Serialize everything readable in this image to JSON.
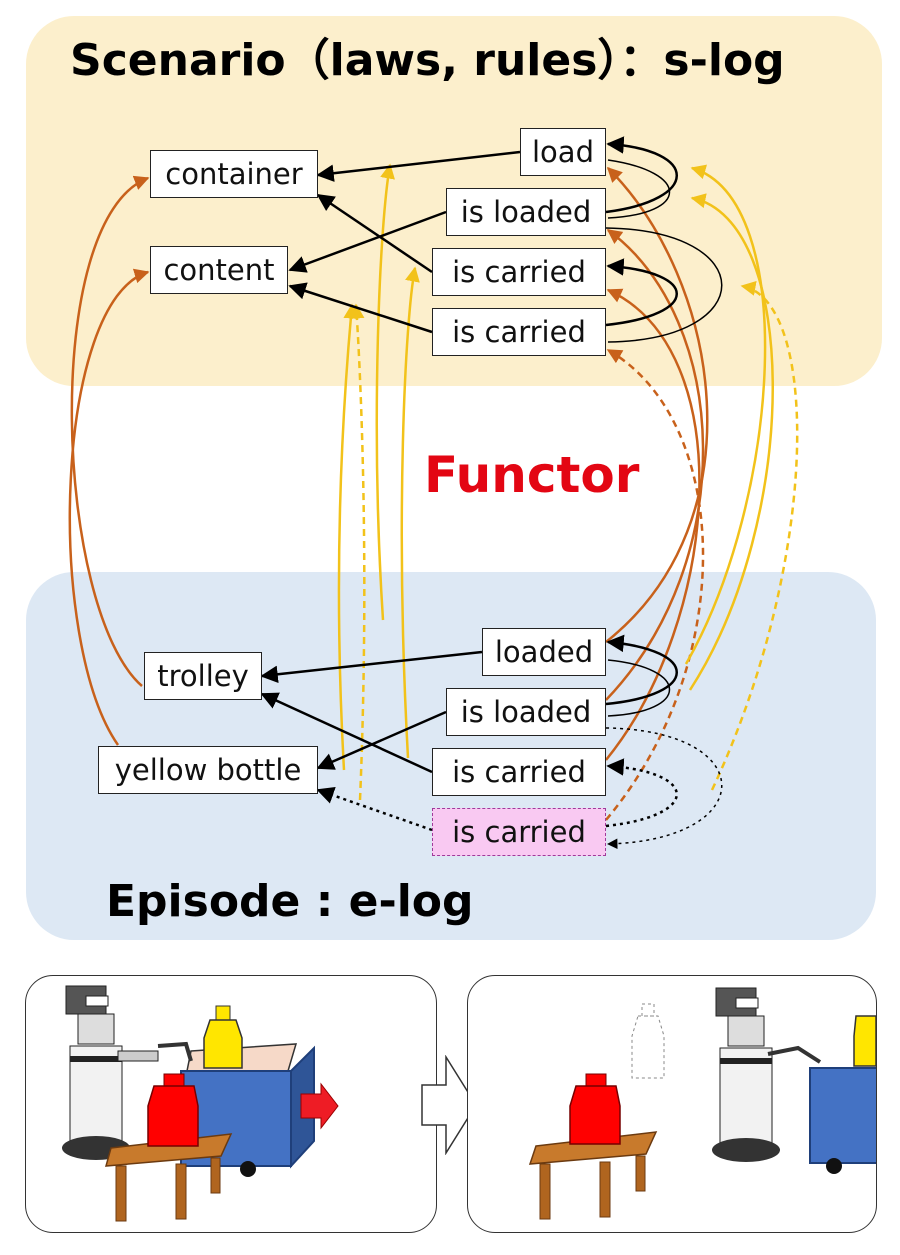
{
  "scenario": {
    "title": "Scenario（laws, rules）：s-log",
    "nodes": {
      "container": "container",
      "content": "content",
      "load": "load",
      "is_loaded": "is loaded",
      "is_carried_1": "is carried",
      "is_carried_2": "is carried"
    }
  },
  "functor": {
    "label": "Functor"
  },
  "episode": {
    "title": "Episode : e-log",
    "nodes": {
      "trolley": "trolley",
      "yellow_bottle": "yellow bottle",
      "loaded": "loaded",
      "is_loaded": "is loaded",
      "is_carried_1": "is carried",
      "is_carried_2": "is carried"
    }
  },
  "colors": {
    "scenario_bg": "#fcefcc",
    "episode_bg": "#dde8f4",
    "functor_text": "#e30613",
    "orange_arrow": "#c8611b",
    "yellow_arrow": "#f2c21a",
    "black_arrow": "#000000",
    "pink_node": "#f9c9f2"
  },
  "illustration": {
    "before_scene": [
      "robot-icon",
      "red-bottle-icon",
      "yellow-bottle-icon",
      "blue-trolley-icon",
      "table-icon",
      "red-arrow-icon"
    ],
    "after_scene": [
      "robot-icon",
      "red-bottle-icon",
      "ghost-bottle-icon",
      "blue-trolley-icon",
      "table-icon"
    ]
  }
}
